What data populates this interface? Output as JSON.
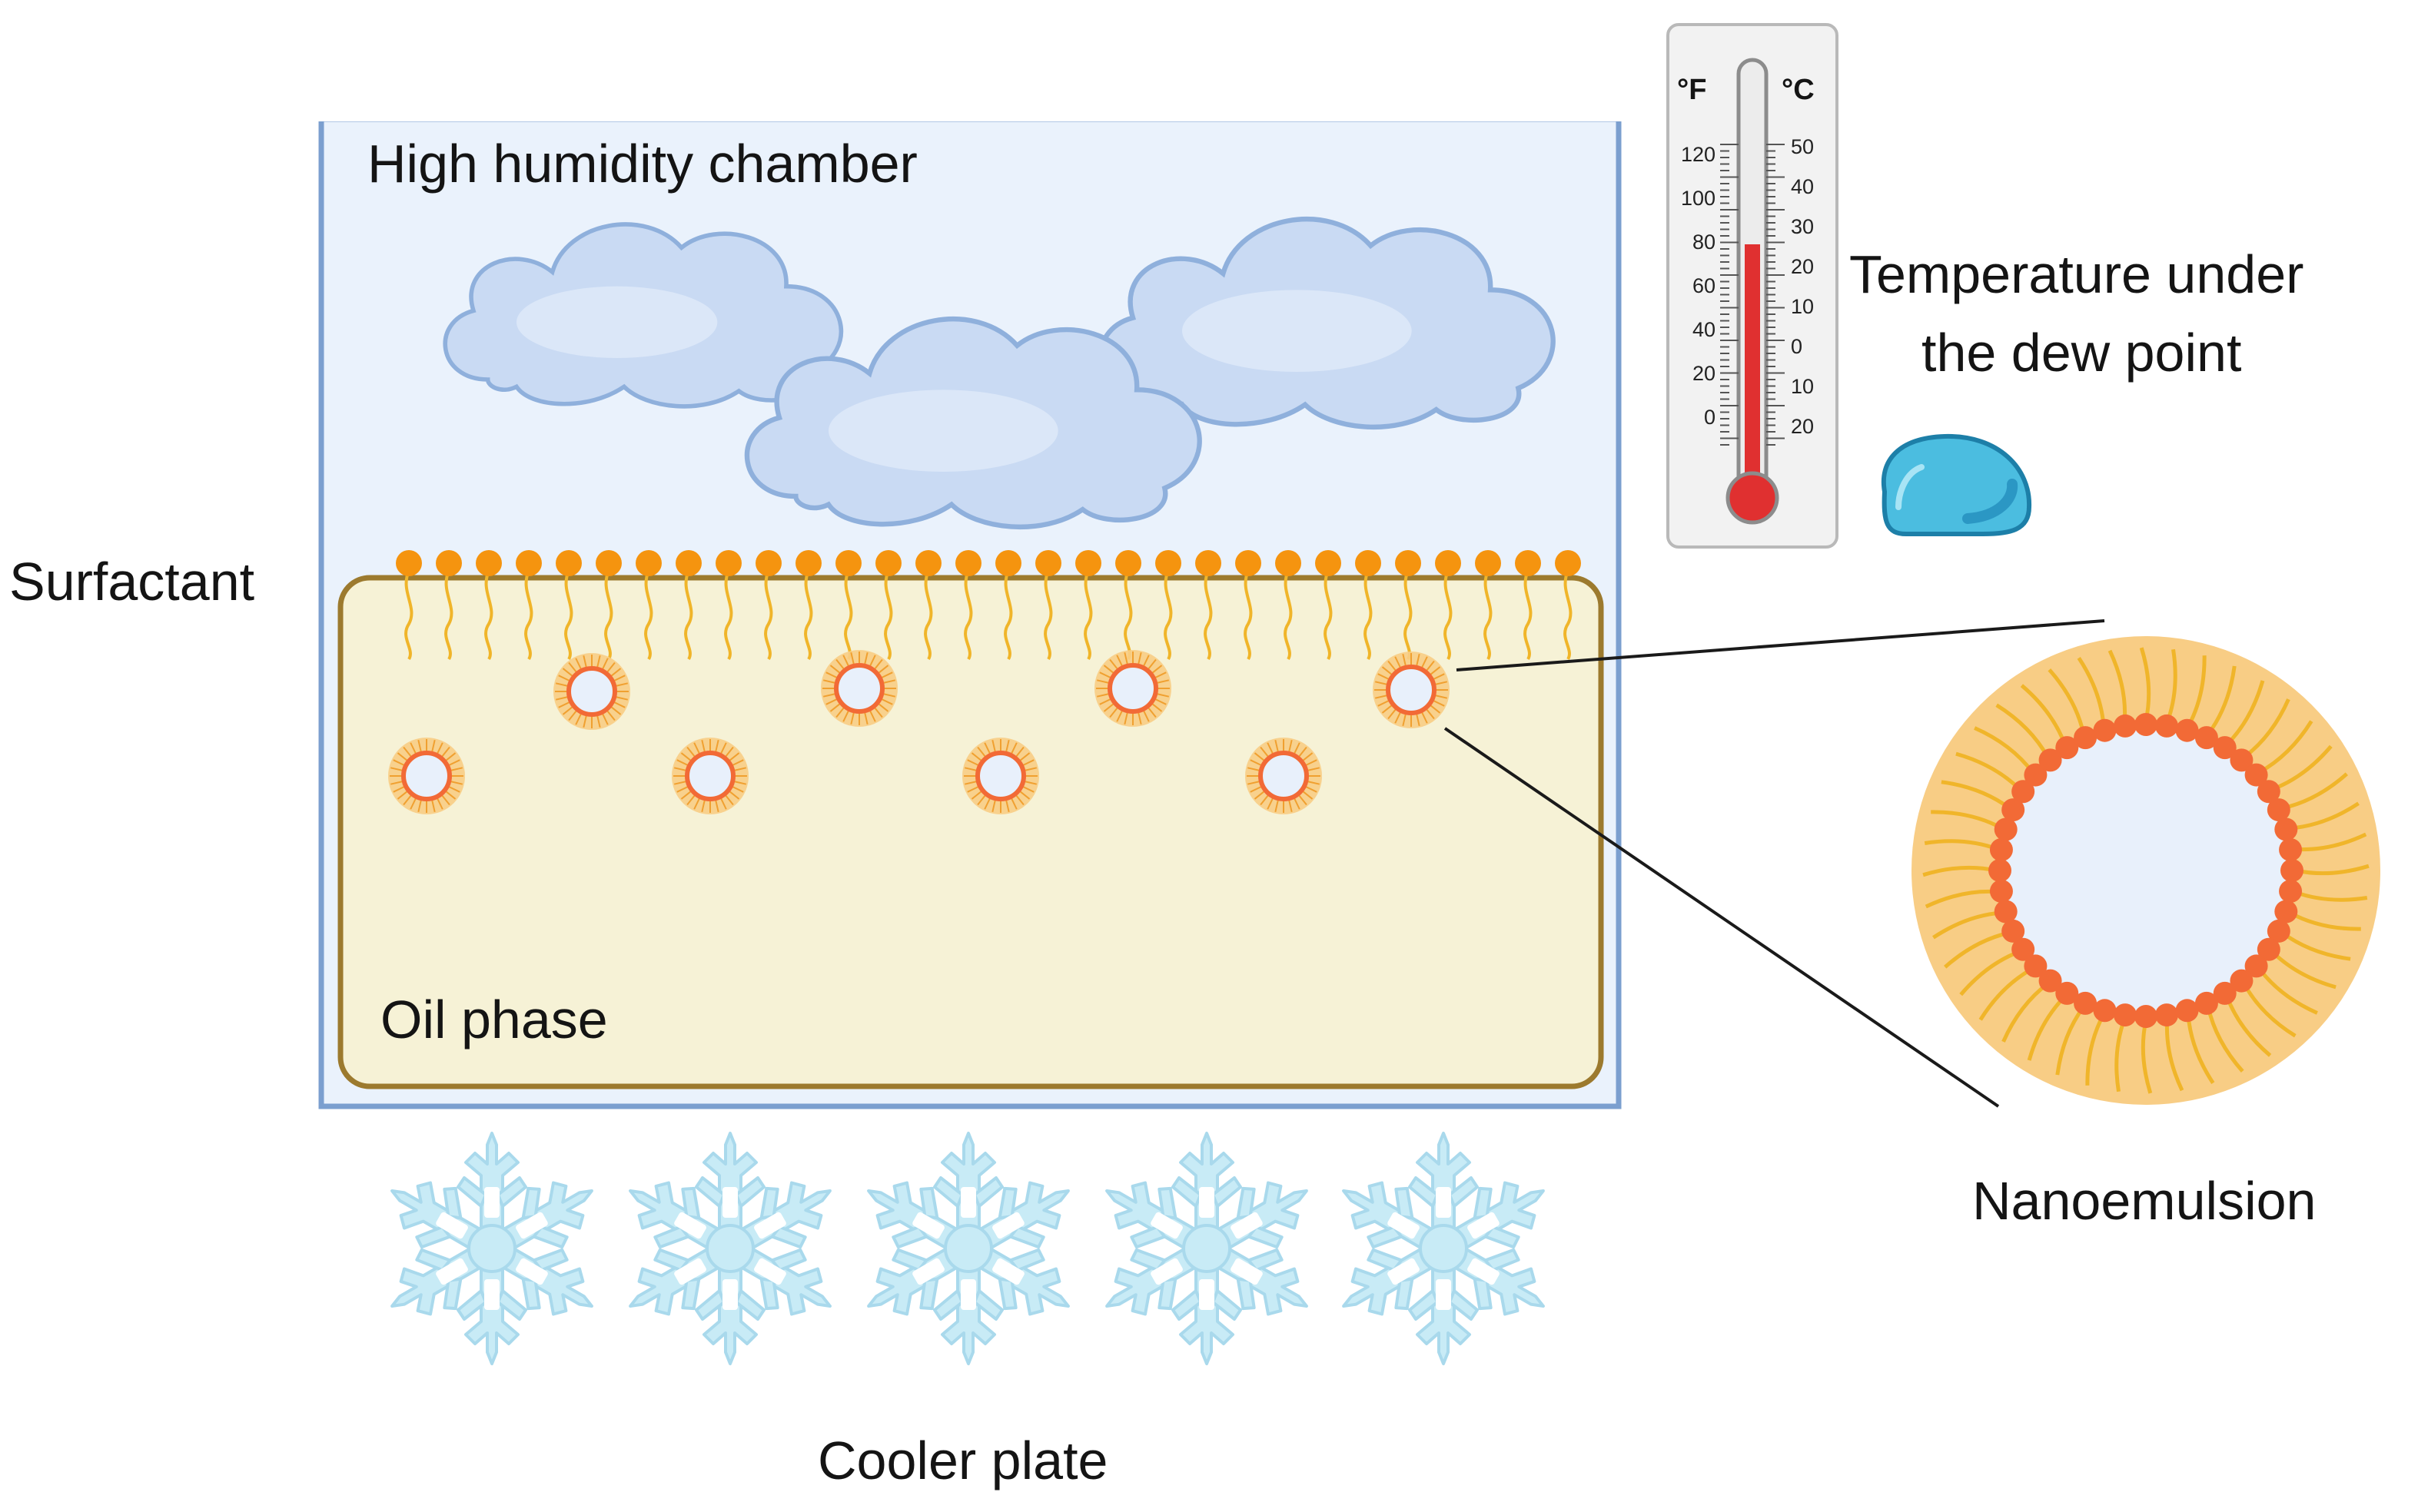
{
  "labels": {
    "chamber": "High humidity chamber",
    "surfactant": "Surfactant",
    "oil_phase": "Oil phase",
    "cooler_plate": "Cooler plate",
    "nanoemulsion": "Nanoemulsion",
    "temperature_line1": "Temperature under",
    "temperature_line2": "the dew point"
  },
  "thermometer": {
    "unit_f": "°F",
    "unit_c": "°C",
    "f_ticks": [
      "120",
      "100",
      "80",
      "60",
      "40",
      "20",
      "0"
    ],
    "c_ticks": [
      "50",
      "40",
      "30",
      "20",
      "10",
      "0",
      "10",
      "20"
    ]
  },
  "colors": {
    "chamber_fill": "#eaf2fc",
    "chamber_border": "#7b9fcf",
    "oil_fill": "#f6f2d6",
    "oil_border": "#9c7a2e",
    "surfactant_head": "#f5940f",
    "surfactant_tail": "#f0b52a",
    "droplet_head": "#f26a36",
    "droplet_halo": "#f8cd85",
    "cloud": "#c9daf3",
    "snowflake": "#c8ebf6",
    "water_drop": "#4bbde0",
    "mercury": "#e03030"
  }
}
